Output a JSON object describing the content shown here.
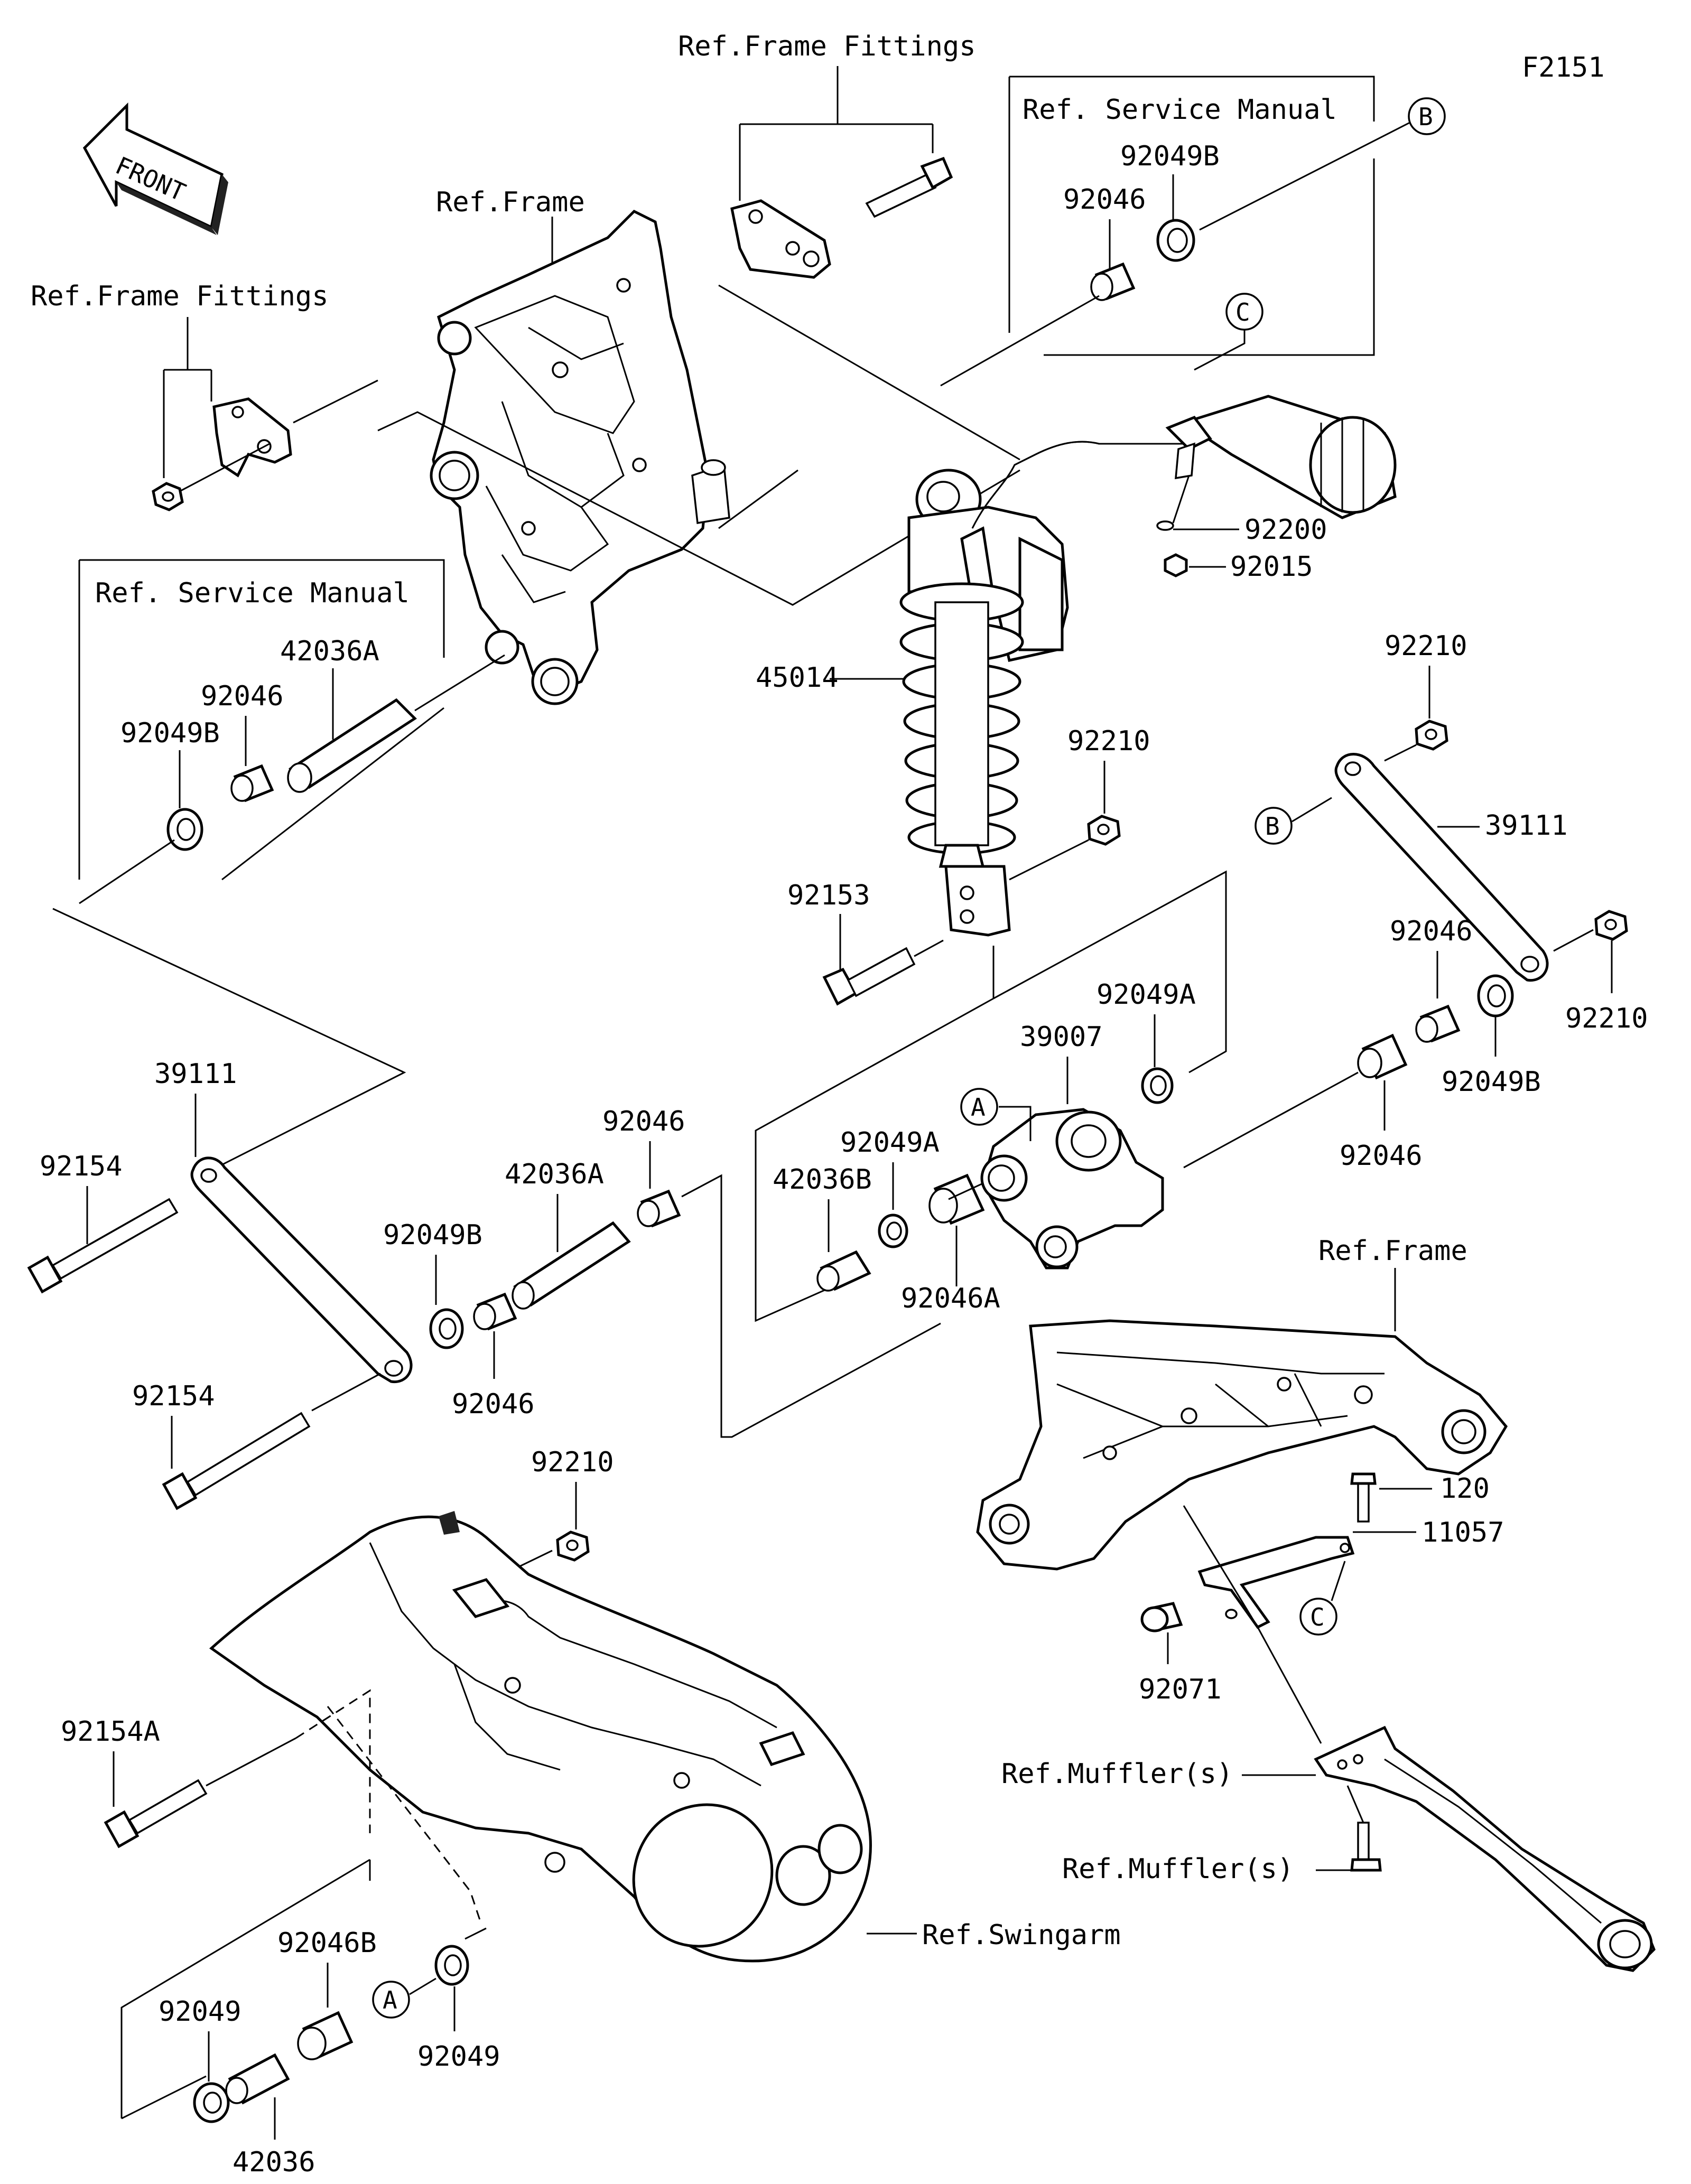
{
  "figure_code": "F2151",
  "front_label": "FRONT",
  "references": {
    "frame_fittings_top": "Ref.Frame Fittings",
    "frame_fittings_left": "Ref.Frame Fittings",
    "frame_top": "Ref.Frame",
    "frame_right": "Ref.Frame",
    "service_manual_top": "Ref. Service Manual",
    "service_manual_left": "Ref. Service Manual",
    "muffler_1": "Ref.Muffler(s)",
    "muffler_2": "Ref.Muffler(s)",
    "swingarm": "Ref.Swingarm"
  },
  "callouts": {
    "b_top": "B",
    "c_top": "C",
    "b_right": "B",
    "a_mid": "A",
    "c_right": "C",
    "a_bottom": "A"
  },
  "parts": {
    "p92049B_top": "92049B",
    "p92046_top": "92046",
    "p92200": "92200",
    "p92015": "92015",
    "p45014": "45014",
    "p92210_center": "92210",
    "p92153": "92153",
    "p92210_right_top": "92210",
    "p39111_right": "39111",
    "p92046_right": "92046",
    "p92210_right": "92210",
    "p92049B_right": "92049B",
    "p92046_right2": "92046",
    "p92049A_top": "92049A",
    "p39007": "39007",
    "p92049A_mid": "92049A",
    "p42036B": "42036B",
    "p92046A": "92046A",
    "p42036A_left": "42036A",
    "p92046_left": "92046",
    "p92049B_left": "92049B",
    "p39111_left": "39111",
    "p92154_a": "92154",
    "p92154_b": "92154",
    "p92049B_mid": "92049B",
    "p42036A_mid": "42036A",
    "p92046_mid_top": "92046",
    "p92046_mid": "92046",
    "p92210_bottom": "92210",
    "p92154A": "92154A",
    "p120": "120",
    "p11057": "11057",
    "p92071": "92071",
    "p92046B": "92046B",
    "p92049_left": "92049",
    "p92049_right": "92049",
    "p42036": "42036"
  }
}
